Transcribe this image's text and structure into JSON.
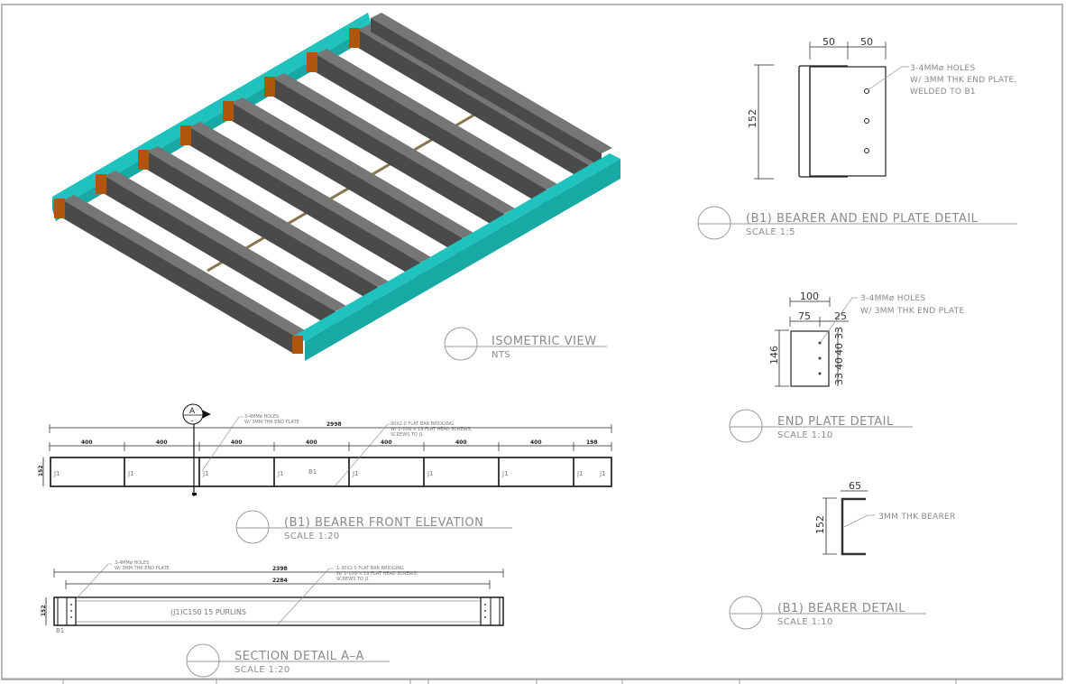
{
  "drawing": {
    "colors": {
      "bearer": "#19b5b0",
      "purlin": "#4d4d4d",
      "purlin_top": "#7a7a7a",
      "end_plate": "#b0560a",
      "bridging": "#857650",
      "line": "#111111",
      "annotation": "#8a8a8a"
    },
    "views": {
      "isometric": {
        "title": "ISOMETRIC VIEW",
        "scale": "NTS"
      },
      "bearer_end_plate": {
        "title": "(B1) BEARER AND END PLATE DETAIL",
        "scale": "SCALE 1:5",
        "dims": {
          "w1": "50",
          "w2": "50",
          "h": "152"
        },
        "note": [
          "3-4MMø HOLES",
          "W/ 3MM THK END PLATE,",
          "WELDED TO B1"
        ]
      },
      "end_plate": {
        "title": "END PLATE DETAIL",
        "scale": "SCALE 1:10",
        "dims": {
          "total_w": "100",
          "w1": "75",
          "w2": "25",
          "h": "146",
          "v1": "33",
          "v2": "40",
          "v3": "40",
          "v4": "33"
        },
        "note": [
          "3-4MMø HOLES",
          "W/ 3MM THK END PLATE"
        ]
      },
      "bearer_detail": {
        "title": "(B1) BEARER DETAIL",
        "scale": "SCALE 1:10",
        "dims": {
          "w": "65",
          "h": "152"
        },
        "note": "3MM THK BEARER"
      },
      "front_elevation": {
        "title": "(B1) BEARER   FRONT ELEVATION",
        "scale": "SCALE 1:20",
        "overall": "2998",
        "height": "152",
        "spacings": [
          "400",
          "400",
          "400",
          "400",
          "400",
          "400",
          "400",
          "198"
        ],
        "joist_tag": "J1",
        "bearer_tag": "B1",
        "section_marker": {
          "letter": "A",
          "sub": "–"
        },
        "note_holes": [
          "3-4MMø HOLES",
          "W/ 3MM THK END PLATE"
        ],
        "note_bridging": [
          "30X2.0 FLAT BAR BRIDGING",
          "W/ 1-10G X 19 FLAT HEAD SCREWS,",
          "SCREWS TO J1"
        ]
      },
      "section_aa": {
        "title": "SECTION DETAIL A–A",
        "scale": "SCALE 1:20",
        "overall": "2398",
        "inner": "2284",
        "height": "152",
        "member": "(J1)C150 15 PURLINS",
        "bearer_tag": "B1",
        "note_holes": [
          "3-4MMø HOLES",
          "W/ 3MM THK END PLATE"
        ],
        "note_bridging": [
          "1-30X2.0 FLAT BAR BRIDGING",
          "W/ 1-10G X 19 FLAT HEAD SCREWS,",
          "SCREWS TO J1"
        ]
      }
    }
  }
}
